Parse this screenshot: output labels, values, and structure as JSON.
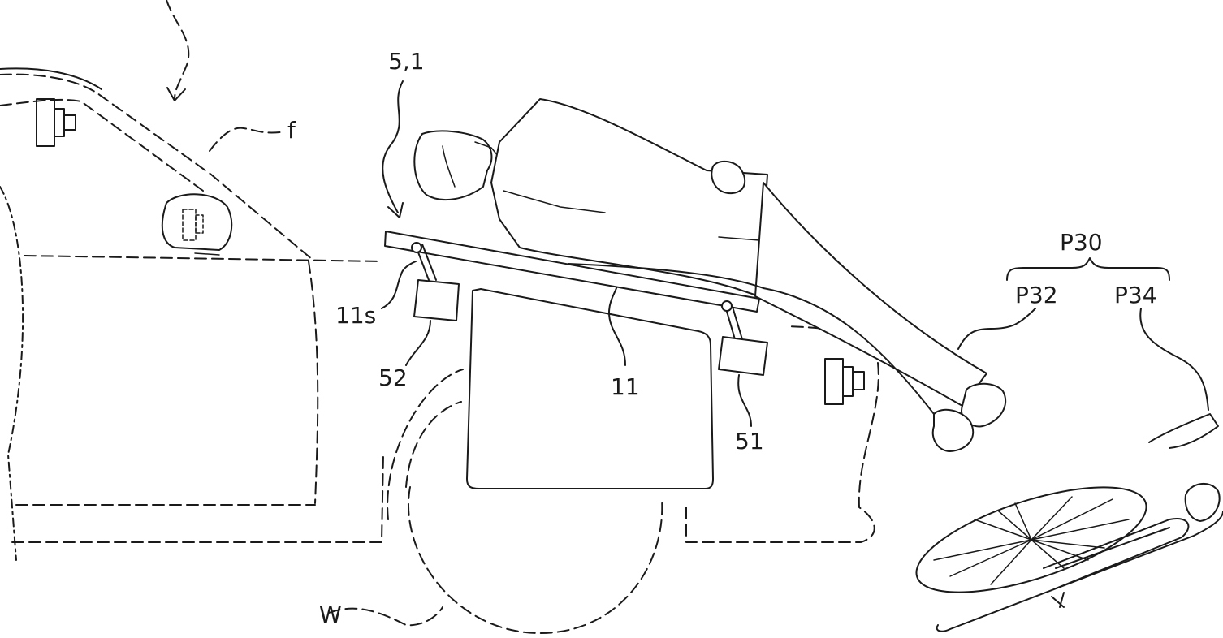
{
  "labels": {
    "assembly": "5,1",
    "frame": "f",
    "bumper_side": "11s",
    "actuator_rear": "52",
    "bumper": "11",
    "actuator_front": "51",
    "group": "P30",
    "person": "P32",
    "bicycle": "P34",
    "wheel": "W"
  }
}
